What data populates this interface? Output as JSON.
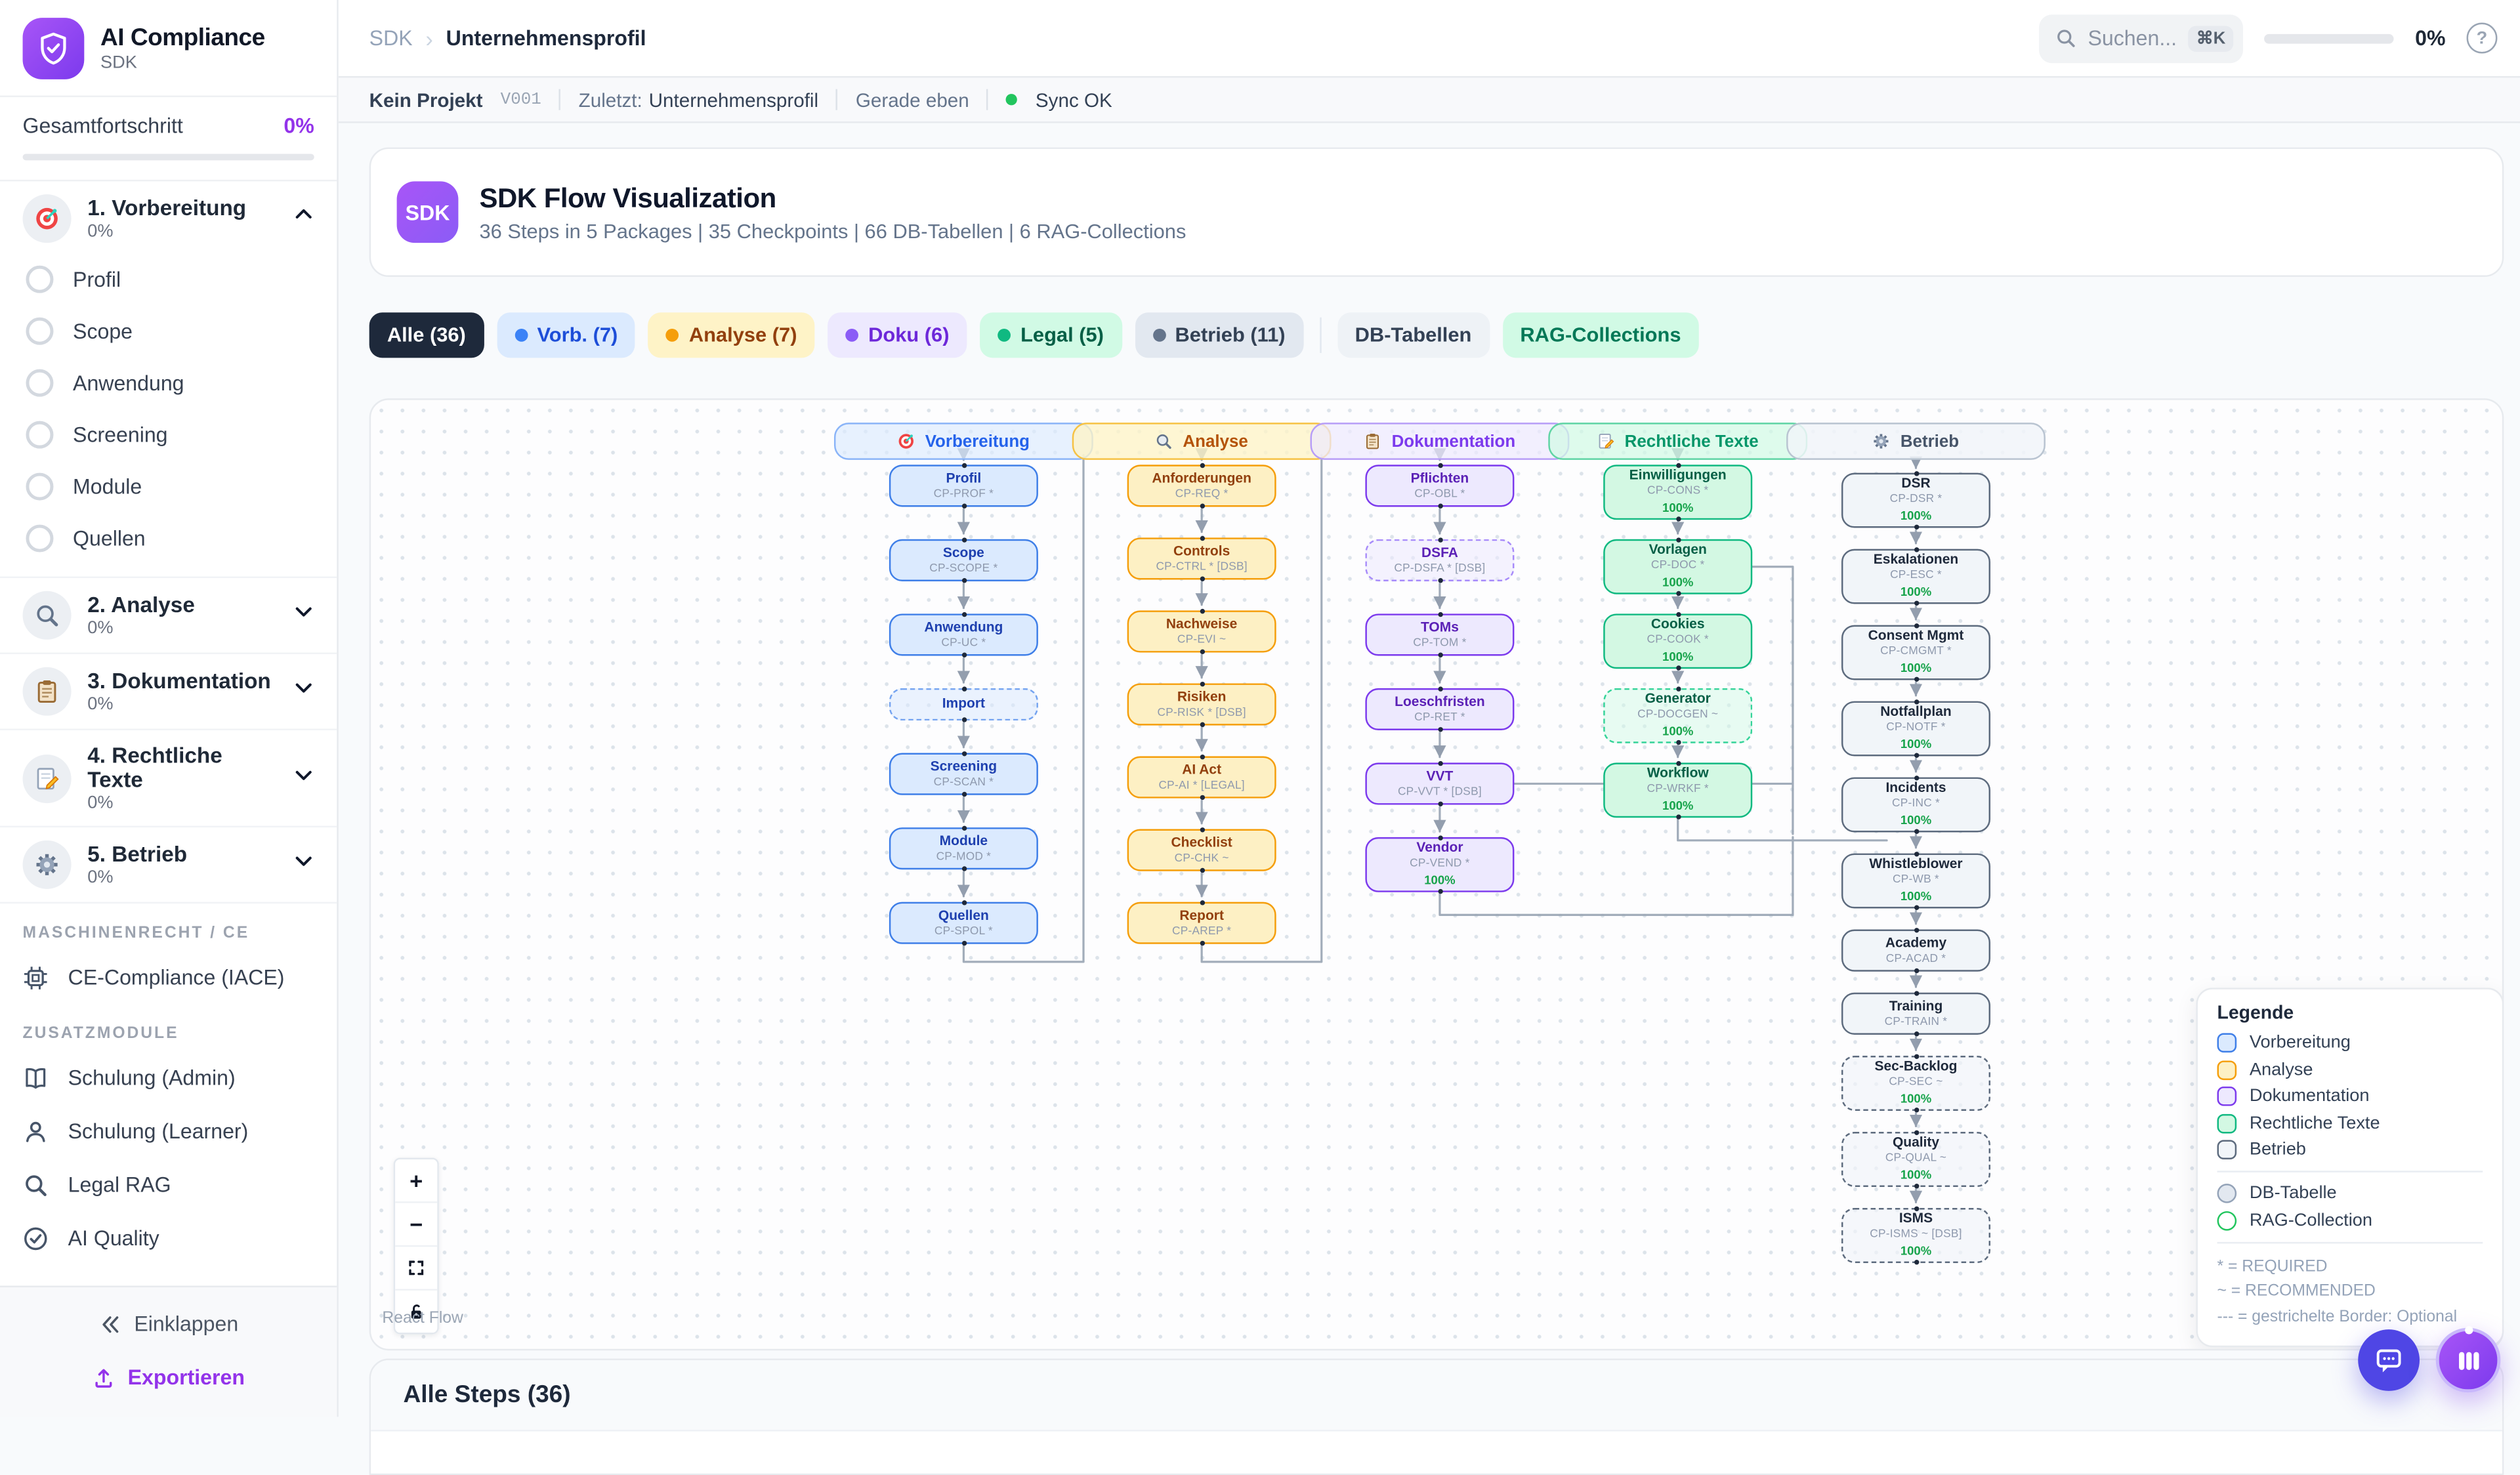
{
  "colors": {
    "accent": "#9333ea",
    "progress_green": "#22c55e",
    "sync_green": "#22c55e",
    "active_chip": "#1e293b"
  },
  "sidebar": {
    "brand": {
      "title": "AI Compliance",
      "subtitle": "SDK"
    },
    "overall": {
      "label": "Gesamtfortschritt",
      "value": "0%"
    },
    "phases": [
      {
        "label": "1. Vorbereitung",
        "pct": "0%",
        "icon": "target-icon",
        "expanded": true,
        "items": [
          "Profil",
          "Scope",
          "Anwendung",
          "Screening",
          "Module",
          "Quellen"
        ]
      },
      {
        "label": "2. Analyse",
        "pct": "0%",
        "icon": "magnifier-icon",
        "expanded": false,
        "items": []
      },
      {
        "label": "3. Dokumentation",
        "pct": "0%",
        "icon": "clipboard-icon",
        "expanded": false,
        "items": []
      },
      {
        "label": "4. Rechtliche Texte",
        "pct": "0%",
        "icon": "memo-icon",
        "expanded": false,
        "items": []
      },
      {
        "label": "5. Betrieb",
        "pct": "0%",
        "icon": "gear-icon",
        "expanded": false,
        "items": []
      }
    ],
    "groups": [
      {
        "heading": "MASCHINENRECHT / CE",
        "items": [
          {
            "label": "CE-Compliance (IACE)",
            "icon": "cpu-icon"
          }
        ]
      },
      {
        "heading": "ZUSATZMODULE",
        "items": [
          {
            "label": "Schulung (Admin)",
            "icon": "book-icon"
          },
          {
            "label": "Schulung (Learner)",
            "icon": "user-icon"
          },
          {
            "label": "Legal RAG",
            "icon": "search-icon"
          },
          {
            "label": "AI Quality",
            "icon": "check-circle-icon"
          }
        ]
      }
    ],
    "footer": {
      "collapse": "Einklappen",
      "export": "Exportieren"
    }
  },
  "topbar": {
    "breadcrumb": [
      "SDK",
      "Unternehmensprofil"
    ],
    "search": {
      "placeholder": "Suchen...",
      "shortcut": "⌘K"
    },
    "progress": {
      "value": "0%"
    }
  },
  "statusbar": {
    "project": "Kein Projekt",
    "version": "V001",
    "last_label": "Zuletzt:",
    "last_value": "Unternehmensprofil",
    "time": "Gerade eben",
    "sync": "Sync OK"
  },
  "hero": {
    "badge": "SDK",
    "title": "SDK Flow Visualization",
    "subtitle": "36 Steps in 5 Packages | 35 Checkpoints | 66 DB-Tabellen | 6 RAG-Collections"
  },
  "filters": [
    {
      "label": "Alle (36)",
      "variant": "dark"
    },
    {
      "label": "Vorb. (7)",
      "variant": "blue",
      "dot": "#3b82f6"
    },
    {
      "label": "Analyse (7)",
      "variant": "amber",
      "dot": "#f59e0b"
    },
    {
      "label": "Doku (6)",
      "variant": "purple",
      "dot": "#8b5cf6"
    },
    {
      "label": "Legal (5)",
      "variant": "green",
      "dot": "#10b981"
    },
    {
      "label": "Betrieb (11)",
      "variant": "slate",
      "dot": "#64748b"
    },
    {
      "label": "DB-Tabellen",
      "variant": "tables",
      "divider_before": true
    },
    {
      "label": "RAG-Collections",
      "variant": "rag"
    }
  ],
  "flow": {
    "packages": [
      {
        "id": "vorbereitung",
        "label": "Vorbereitung",
        "icon": "target-icon",
        "color": "blue",
        "nodes": [
          {
            "title": "Profil",
            "code": "CP-PROF *"
          },
          {
            "title": "Scope",
            "code": "CP-SCOPE *"
          },
          {
            "title": "Anwendung",
            "code": "CP-UC *"
          },
          {
            "title": "Import",
            "code": "",
            "dashed": true
          },
          {
            "title": "Screening",
            "code": "CP-SCAN *"
          },
          {
            "title": "Module",
            "code": "CP-MOD *"
          },
          {
            "title": "Quellen",
            "code": "CP-SPOL *"
          }
        ]
      },
      {
        "id": "analyse",
        "label": "Analyse",
        "icon": "magnifier-icon",
        "color": "amber",
        "nodes": [
          {
            "title": "Anforderungen",
            "code": "CP-REQ *"
          },
          {
            "title": "Controls",
            "code": "CP-CTRL * [DSB]"
          },
          {
            "title": "Nachweise",
            "code": "CP-EVI ~"
          },
          {
            "title": "Risiken",
            "code": "CP-RISK * [DSB]"
          },
          {
            "title": "AI Act",
            "code": "CP-AI * [LEGAL]"
          },
          {
            "title": "Checklist",
            "code": "CP-CHK ~"
          },
          {
            "title": "Report",
            "code": "CP-AREP *"
          }
        ]
      },
      {
        "id": "dokumentation",
        "label": "Dokumentation",
        "icon": "clipboard-icon",
        "color": "purple",
        "nodes": [
          {
            "title": "Pflichten",
            "code": "CP-OBL *"
          },
          {
            "title": "DSFA",
            "code": "CP-DSFA * [DSB]",
            "dashed": true
          },
          {
            "title": "TOMs",
            "code": "CP-TOM *"
          },
          {
            "title": "Loeschfristen",
            "code": "CP-RET *"
          },
          {
            "title": "VVT",
            "code": "CP-VVT * [DSB]"
          },
          {
            "title": "Vendor",
            "code": "CP-VEND *",
            "progress": "100%"
          }
        ]
      },
      {
        "id": "rechtliche-texte",
        "label": "Rechtliche Texte",
        "icon": "memo-icon",
        "color": "green",
        "nodes": [
          {
            "title": "Einwilligungen",
            "code": "CP-CONS *",
            "progress": "100%"
          },
          {
            "title": "Vorlagen",
            "code": "CP-DOC *",
            "progress": "100%"
          },
          {
            "title": "Cookies",
            "code": "CP-COOK *",
            "progress": "100%"
          },
          {
            "title": "Generator",
            "code": "CP-DOCGEN ~",
            "progress": "100%",
            "dashed": true
          },
          {
            "title": "Workflow",
            "code": "CP-WRKF *",
            "progress": "100%"
          }
        ]
      },
      {
        "id": "betrieb",
        "label": "Betrieb",
        "icon": "gear-icon",
        "color": "slate",
        "nodes": [
          {
            "title": "DSR",
            "code": "CP-DSR *",
            "progress": "100%"
          },
          {
            "title": "Eskalationen",
            "code": "CP-ESC *",
            "progress": "100%"
          },
          {
            "title": "Consent Mgmt",
            "code": "CP-CMGMT *",
            "progress": "100%"
          },
          {
            "title": "Notfallplan",
            "code": "CP-NOTF *",
            "progress": "100%"
          },
          {
            "title": "Incidents",
            "code": "CP-INC *",
            "progress": "100%"
          },
          {
            "title": "Whistleblower",
            "code": "CP-WB *",
            "progress": "100%"
          },
          {
            "title": "Academy",
            "code": "CP-ACAD *"
          },
          {
            "title": "Training",
            "code": "CP-TRAIN *"
          },
          {
            "title": "Sec-Backlog",
            "code": "CP-SEC ~",
            "progress": "100%",
            "dashed": true
          },
          {
            "title": "Quality",
            "code": "CP-QUAL ~",
            "progress": "100%",
            "dashed": true
          },
          {
            "title": "ISMS",
            "code": "CP-ISMS ~ [DSB]",
            "progress": "100%",
            "dashed": true
          }
        ]
      }
    ]
  },
  "legend": {
    "title": "Legende",
    "packages": [
      {
        "label": "Vorbereitung",
        "color": "blue"
      },
      {
        "label": "Analyse",
        "color": "amber"
      },
      {
        "label": "Dokumentation",
        "color": "purple"
      },
      {
        "label": "Rechtliche Texte",
        "color": "green"
      },
      {
        "label": "Betrieb",
        "color": "slate"
      }
    ],
    "shapes": [
      {
        "label": "DB-Tabelle",
        "shape": "circle-gray"
      },
      {
        "label": "RAG-Collection",
        "shape": "circle-green"
      }
    ],
    "notes": [
      "* = REQUIRED",
      "~ = RECOMMENDED",
      "--- = gestrichelte Border: Optional"
    ]
  },
  "controls": {
    "zoom_in": "+",
    "zoom_out": "−",
    "attribution": "React Flow"
  },
  "steps": {
    "title": "Alle Steps (36)"
  }
}
